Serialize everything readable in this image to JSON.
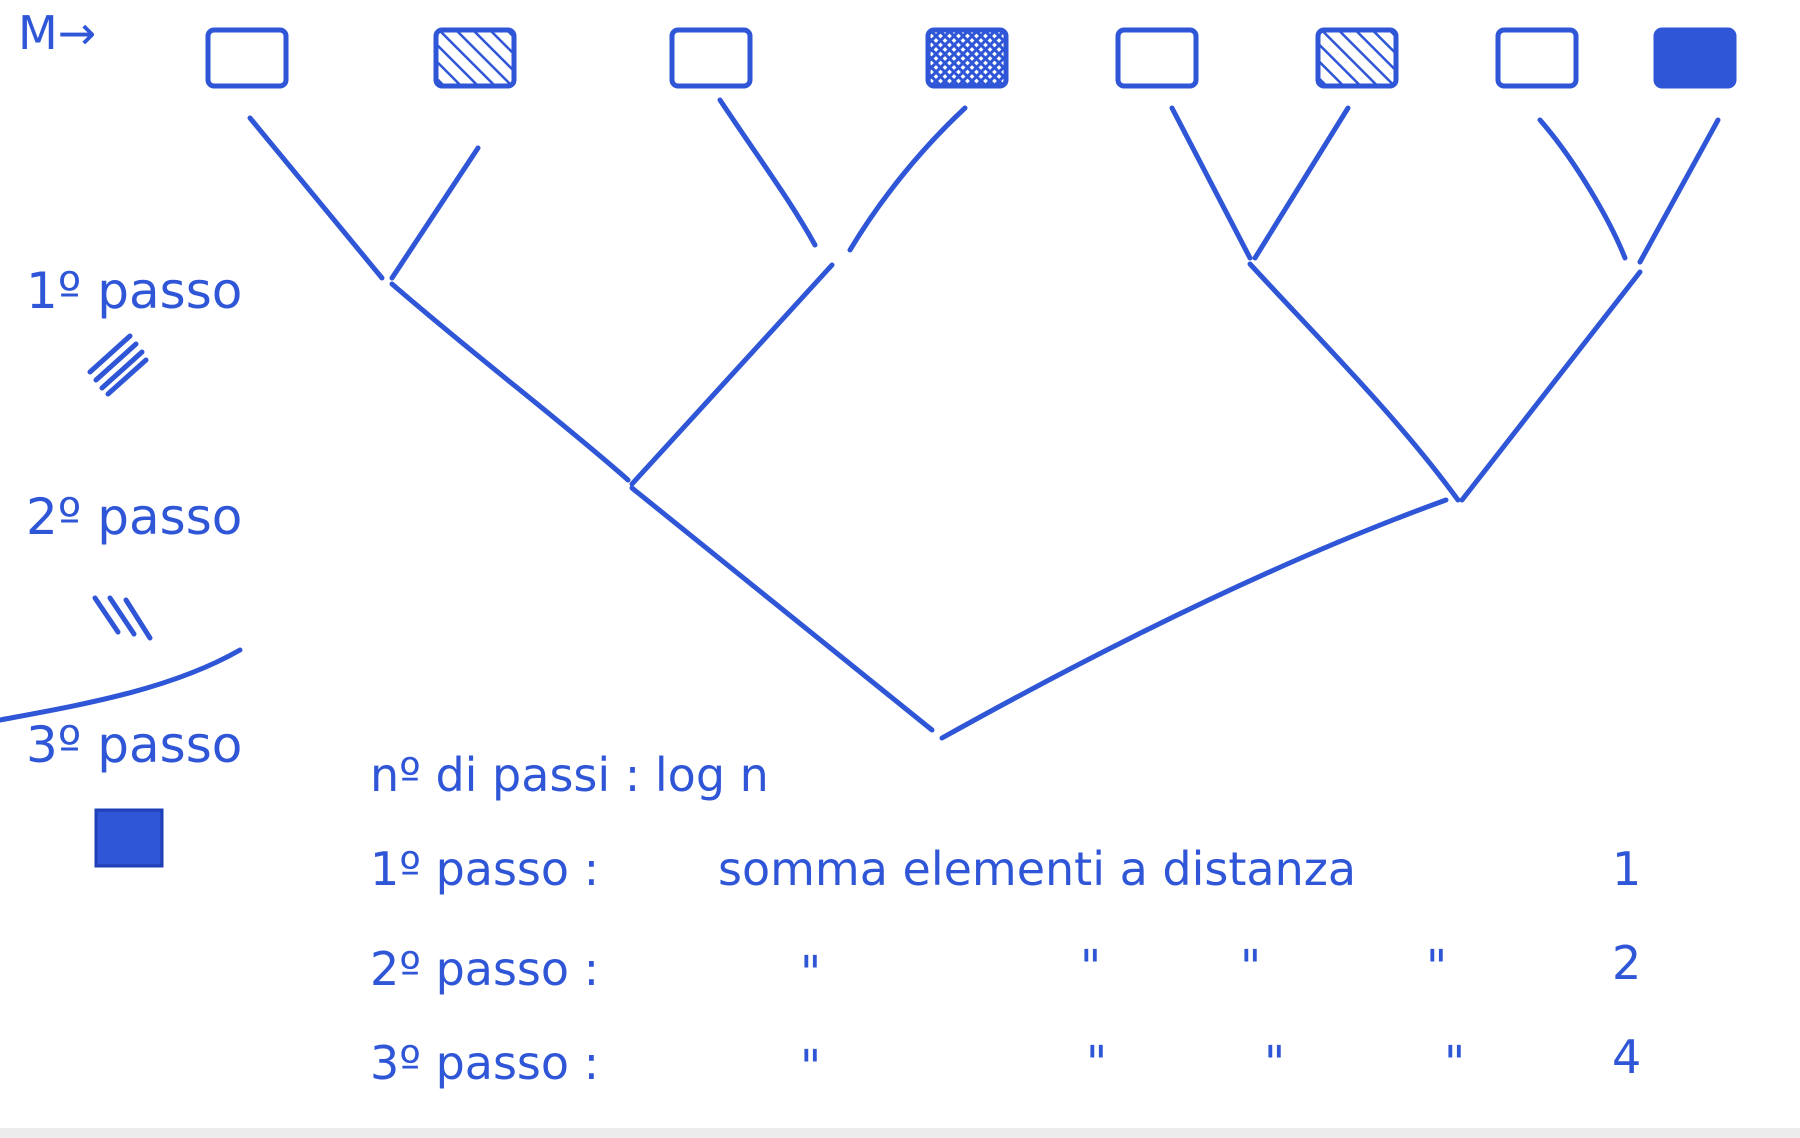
{
  "labels": {
    "input_marker": "M→",
    "step_1": "1º passo",
    "step_2": "2º passo",
    "step_3": "3º passo"
  },
  "notes": {
    "num_steps": "nº di passi : log n",
    "row_1": {
      "label": "1º passo :",
      "text": "somma elementi a distanza",
      "distance": "1"
    },
    "row_2": {
      "label": "2º passo :",
      "ditto": "\"",
      "distance": "2"
    },
    "row_3": {
      "label": "3º passo :",
      "ditto": "\"",
      "distance": "4"
    }
  },
  "legend_marks": {
    "step_1": "////",
    "step_2": "\\\\\\"
  },
  "input_boxes": [
    {
      "fill": "empty"
    },
    {
      "fill": "hatched"
    },
    {
      "fill": "empty"
    },
    {
      "fill": "cross-hatched"
    },
    {
      "fill": "empty"
    },
    {
      "fill": "hatched"
    },
    {
      "fill": "empty"
    },
    {
      "fill": "solid"
    }
  ],
  "colors": {
    "ink": "#2f56d6",
    "ink_dark": "#1e3fb8",
    "background": "#ffffff"
  }
}
